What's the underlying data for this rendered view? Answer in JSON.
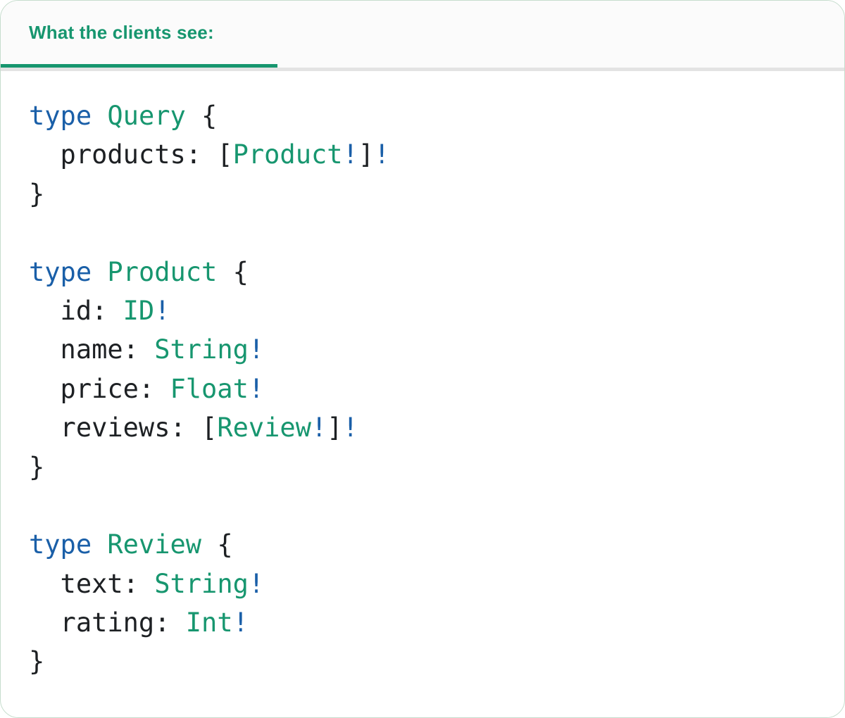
{
  "tab": {
    "label": "What the clients see:"
  },
  "colors": {
    "accent_teal": "#17966f",
    "keyword_blue": "#1a5fa8",
    "plain_dark": "#1d2023",
    "divider_gray": "#e3e3e3",
    "tabbar_bg": "#fbfbfb",
    "card_bg": "#ffffff",
    "card_border": "#c6ddcd"
  },
  "code": {
    "lines": [
      {
        "segments": [
          {
            "text": "type",
            "style": "keyword"
          },
          {
            "text": " ",
            "style": "plain"
          },
          {
            "text": "Query",
            "style": "type"
          },
          {
            "text": " {",
            "style": "plain"
          }
        ]
      },
      {
        "segments": [
          {
            "text": "  products: [",
            "style": "plain"
          },
          {
            "text": "Product",
            "style": "type"
          },
          {
            "text": "!",
            "style": "bang"
          },
          {
            "text": "]",
            "style": "plain"
          },
          {
            "text": "!",
            "style": "bang"
          }
        ]
      },
      {
        "segments": [
          {
            "text": "}",
            "style": "plain"
          }
        ]
      },
      {
        "segments": []
      },
      {
        "segments": [
          {
            "text": "type",
            "style": "keyword"
          },
          {
            "text": " ",
            "style": "plain"
          },
          {
            "text": "Product",
            "style": "type"
          },
          {
            "text": " {",
            "style": "plain"
          }
        ]
      },
      {
        "segments": [
          {
            "text": "  id: ",
            "style": "plain"
          },
          {
            "text": "ID",
            "style": "type"
          },
          {
            "text": "!",
            "style": "bang"
          }
        ]
      },
      {
        "segments": [
          {
            "text": "  name: ",
            "style": "plain"
          },
          {
            "text": "String",
            "style": "type"
          },
          {
            "text": "!",
            "style": "bang"
          }
        ]
      },
      {
        "segments": [
          {
            "text": "  price: ",
            "style": "plain"
          },
          {
            "text": "Float",
            "style": "type"
          },
          {
            "text": "!",
            "style": "bang"
          }
        ]
      },
      {
        "segments": [
          {
            "text": "  reviews: [",
            "style": "plain"
          },
          {
            "text": "Review",
            "style": "type"
          },
          {
            "text": "!",
            "style": "bang"
          },
          {
            "text": "]",
            "style": "plain"
          },
          {
            "text": "!",
            "style": "bang"
          }
        ]
      },
      {
        "segments": [
          {
            "text": "}",
            "style": "plain"
          }
        ]
      },
      {
        "segments": []
      },
      {
        "segments": [
          {
            "text": "type",
            "style": "keyword"
          },
          {
            "text": " ",
            "style": "plain"
          },
          {
            "text": "Review",
            "style": "type"
          },
          {
            "text": " {",
            "style": "plain"
          }
        ]
      },
      {
        "segments": [
          {
            "text": "  text: ",
            "style": "plain"
          },
          {
            "text": "String",
            "style": "type"
          },
          {
            "text": "!",
            "style": "bang"
          }
        ]
      },
      {
        "segments": [
          {
            "text": "  rating: ",
            "style": "plain"
          },
          {
            "text": "Int",
            "style": "type"
          },
          {
            "text": "!",
            "style": "bang"
          }
        ]
      },
      {
        "segments": [
          {
            "text": "}",
            "style": "plain"
          }
        ]
      }
    ]
  }
}
